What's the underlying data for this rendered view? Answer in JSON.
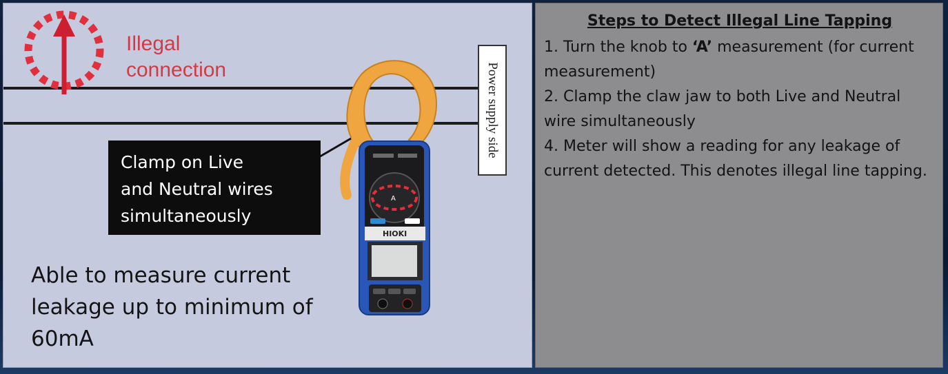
{
  "diagram": {
    "illegal_connection": {
      "line1": "Illegal",
      "line2": "connection"
    },
    "power_supply_label": "Power supply side",
    "callout": {
      "line1": "Clamp on Live",
      "line2": "and Neutral wires",
      "line3": "simultaneously"
    },
    "measure_text": {
      "line1": "Able to measure current",
      "line2": "leakage up to minimum of",
      "line3": "60mA"
    },
    "meter": {
      "brand": "HIOKI",
      "dial_marking": "A",
      "colors": {
        "clamp_jaw": "#f0a640",
        "body": "#2a56b8",
        "dial_ring": "#d23a45"
      }
    }
  },
  "steps": {
    "title": "Steps to Detect Illegal Line Tapping",
    "step1_prefix": "1. Turn the knob to ",
    "step1_quote_open": "‘",
    "step1_bold": "A",
    "step1_quote_close": "’",
    "step1_suffix": " measurement (for current  measurement)",
    "step2": "2. Clamp the claw jaw to both Live and Neutral wire simultaneously",
    "step4": "4. Meter will show a reading for any leakage of current detected. This denotes illegal line tapping."
  },
  "colors": {
    "left_panel_bg": "#c5cadf",
    "right_panel_bg": "#8d8d8f",
    "illegal_red": "#d23a45",
    "callout_bg": "#0d0d0d"
  }
}
